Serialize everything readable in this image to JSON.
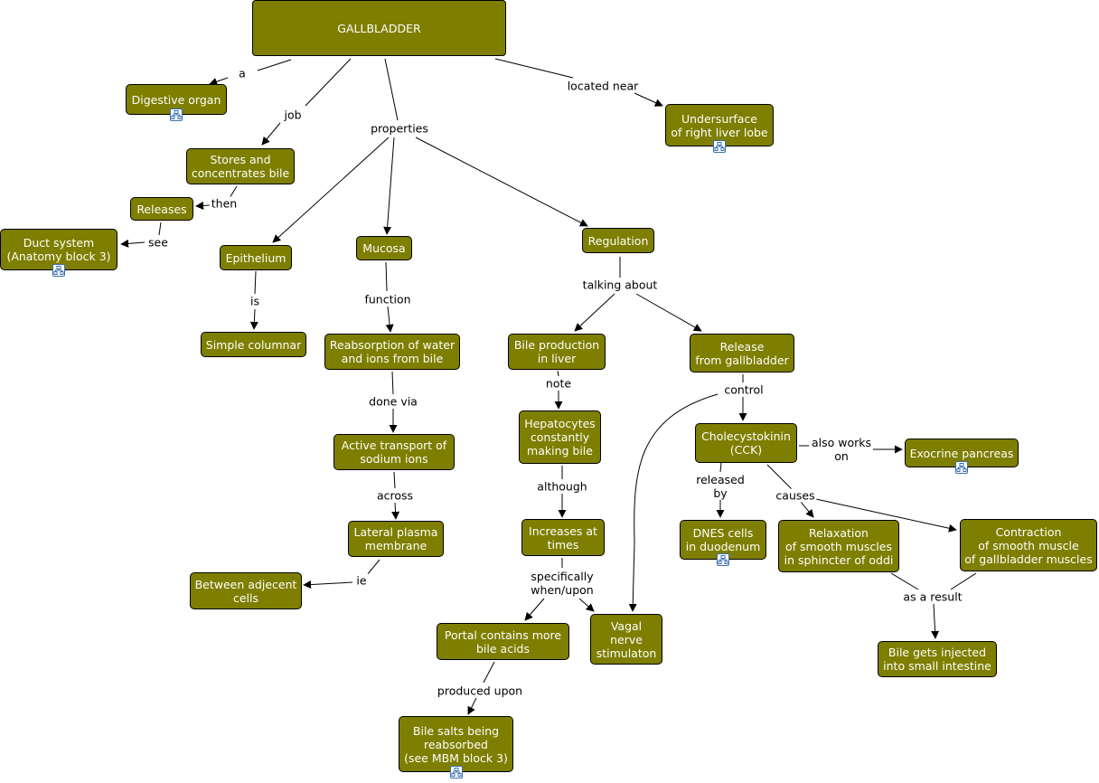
{
  "nodes": {
    "gallbladder": "GALLBLADDER",
    "digestive_organ": "Digestive organ",
    "stores": "Stores and\nconcentrates bile",
    "releases": "Releases",
    "duct_system": "Duct system\n(Anatomy block 3)",
    "undersurface": "Undersurface\nof right liver lobe",
    "epithelium": "Epithelium",
    "mucosa": "Mucosa",
    "regulation": "Regulation",
    "simple_columnar": "Simple columnar",
    "reabsorption": "Reabsorption of water\nand ions from bile",
    "active_transport": "Active transport of\nsodium ions",
    "lateral_plasma": "Lateral plasma\nmembrane",
    "between_cells": "Between adjecent\ncells",
    "bile_production": "Bile production\nin liver",
    "release_gallbladder": "Release\nfrom gallbladder",
    "hepatocytes": "Hepatocytes\nconstantly\nmaking bile",
    "increases": "Increases at\ntimes",
    "portal": "Portal contains more\nbile acids",
    "bile_salts": "Bile salts being\nreabsorbed\n(see MBM block 3)",
    "vagal": "Vagal\nnerve\nstimulaton",
    "cck": "Cholecystokinin\n(CCK)",
    "exocrine": "Exocrine pancreas",
    "dnes": "DNES cells\nin duodenum",
    "relaxation": "Relaxation\nof smooth muscles\nin sphincter of oddi",
    "contraction": "Contraction\nof smooth muscle\nof gallbladder muscles",
    "bile_injected": "Bile gets injected\ninto small intestine"
  },
  "links": {
    "a": "a",
    "job": "job",
    "properties": "properties",
    "located_near": "located near",
    "then": "then",
    "see": "see",
    "is": "is",
    "function": "function",
    "talking_about": "talking about",
    "done_via": "done via",
    "across": "across",
    "ie": "ie",
    "note": "note",
    "control": "control",
    "although": "although",
    "specifically": "specifically\nwhen/upon",
    "produced_upon": "produced upon",
    "released_by": "released\nby",
    "also_works_on": "also works\non",
    "causes": "causes",
    "as_a_result": "as a result"
  },
  "colors": {
    "node_fill": "#7e7e00",
    "node_text": "#ffffff",
    "line": "#000000",
    "badge_border": "#3a6fb0"
  },
  "icons": {
    "submap": "concept-map-link-icon"
  }
}
